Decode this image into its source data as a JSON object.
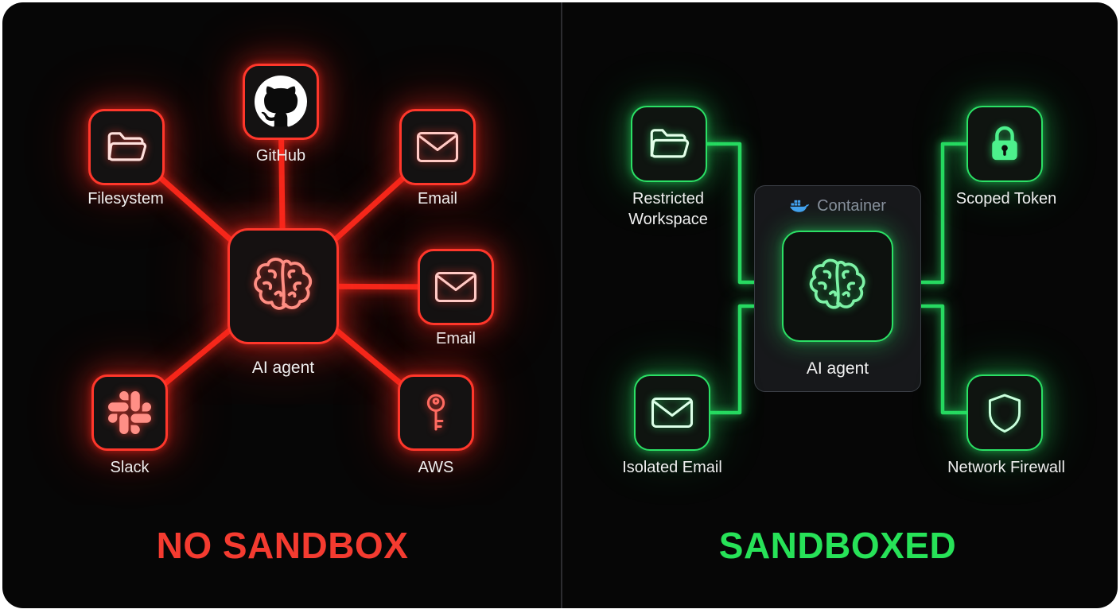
{
  "left": {
    "title": "NO SANDBOX",
    "accent": "#ff372b",
    "center": {
      "label": "AI agent",
      "icon": "brain-icon"
    },
    "nodes": [
      {
        "id": "filesystem",
        "label": "Filesystem",
        "icon": "folder-icon"
      },
      {
        "id": "github",
        "label": "GitHub",
        "icon": "github-icon"
      },
      {
        "id": "email-top",
        "label": "Email",
        "icon": "envelope-icon"
      },
      {
        "id": "email-right",
        "label": "Email",
        "icon": "envelope-icon"
      },
      {
        "id": "slack",
        "label": "Slack",
        "icon": "slack-icon"
      },
      {
        "id": "aws",
        "label": "AWS",
        "icon": "key-icon"
      }
    ]
  },
  "right": {
    "title": "SANDBOXED",
    "accent": "#27e258",
    "container_label": "Container",
    "container_icon": "docker-icon",
    "docker_blue": "#43a1f0",
    "center": {
      "label": "AI agent",
      "icon": "brain-icon"
    },
    "nodes": [
      {
        "id": "restricted-workspace",
        "label": "Restricted Workspace",
        "icon": "folder-icon"
      },
      {
        "id": "scoped-token",
        "label": "Scoped Token",
        "icon": "lock-icon"
      },
      {
        "id": "isolated-email",
        "label": "Isolated Email",
        "icon": "envelope-icon"
      },
      {
        "id": "network-firewall",
        "label": "Network Firewall",
        "icon": "shield-icon"
      }
    ]
  }
}
